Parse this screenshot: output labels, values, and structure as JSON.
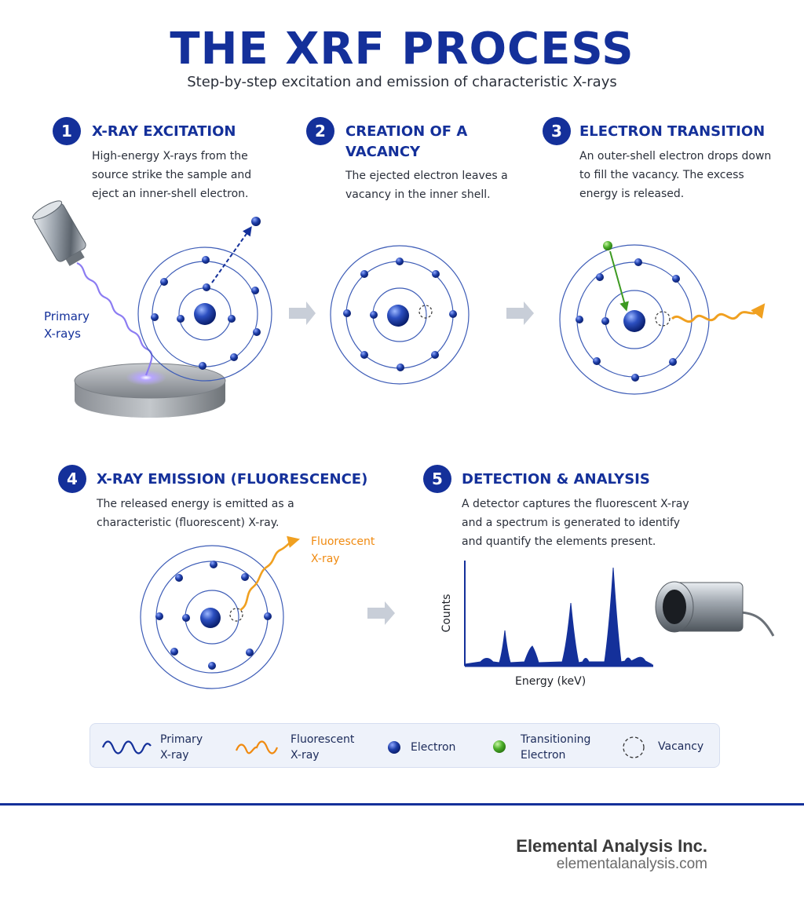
{
  "header": {
    "title": "THE XRF PROCESS",
    "subtitle": "Step-by-step excitation and emission of characteristic X-rays"
  },
  "steps": [
    {
      "number": "1",
      "title": "X-RAY EXCITATION",
      "description_lines": [
        "High-energy X-rays from the",
        "source strike the sample and",
        "eject an inner-shell electron."
      ]
    },
    {
      "number": "2",
      "title_lines": [
        "CREATION OF A",
        "VACANCY"
      ],
      "description_lines": [
        "The ejected electron leaves a",
        "vacancy in the inner shell."
      ]
    },
    {
      "number": "3",
      "title": "ELECTRON TRANSITION",
      "description_lines": [
        "An outer-shell electron drops down",
        "to fill the vacancy. The excess",
        "energy is released."
      ]
    },
    {
      "number": "4",
      "title": "X-RAY EMISSION (FLUORESCENCE)",
      "description_lines": [
        "The released energy is emitted as a",
        "characteristic (fluorescent) X-ray."
      ]
    },
    {
      "number": "5",
      "title": "DETECTION & ANALYSIS",
      "description_lines": [
        "A detector captures the fluorescent X-ray",
        "and a spectrum is generated to identify",
        "and quantify the elements present."
      ]
    }
  ],
  "labels": {
    "primary_xrays_lines": [
      "Primary",
      "X-rays"
    ],
    "fluorescent_xray_lines": [
      "Fluorescent",
      "X-ray"
    ],
    "spectrum_ylabel": "Counts",
    "spectrum_xlabel": "Energy (keV)"
  },
  "legend": {
    "items": [
      {
        "icon": "primary-wave-icon",
        "lines": [
          "Primary",
          "X-ray"
        ]
      },
      {
        "icon": "fluorescent-wave-icon",
        "lines": [
          "Fluorescent",
          "X-ray"
        ]
      },
      {
        "icon": "electron-icon",
        "lines": [
          "Electron"
        ]
      },
      {
        "icon": "transitioning-electron-icon",
        "lines": [
          "Transitioning",
          "Electron"
        ]
      },
      {
        "icon": "vacancy-icon",
        "lines": [
          "Vacancy"
        ]
      }
    ]
  },
  "footer": {
    "company": "Elemental Analysis Inc.",
    "url": "elementalanalysis.com"
  },
  "colors": {
    "brand_blue": "#14309a",
    "electron_blue": "#1e3ea8",
    "fluorescent_orange": "#f0a020",
    "transition_green": "#4caf2a",
    "arrow_gray": "#c8ced8"
  }
}
